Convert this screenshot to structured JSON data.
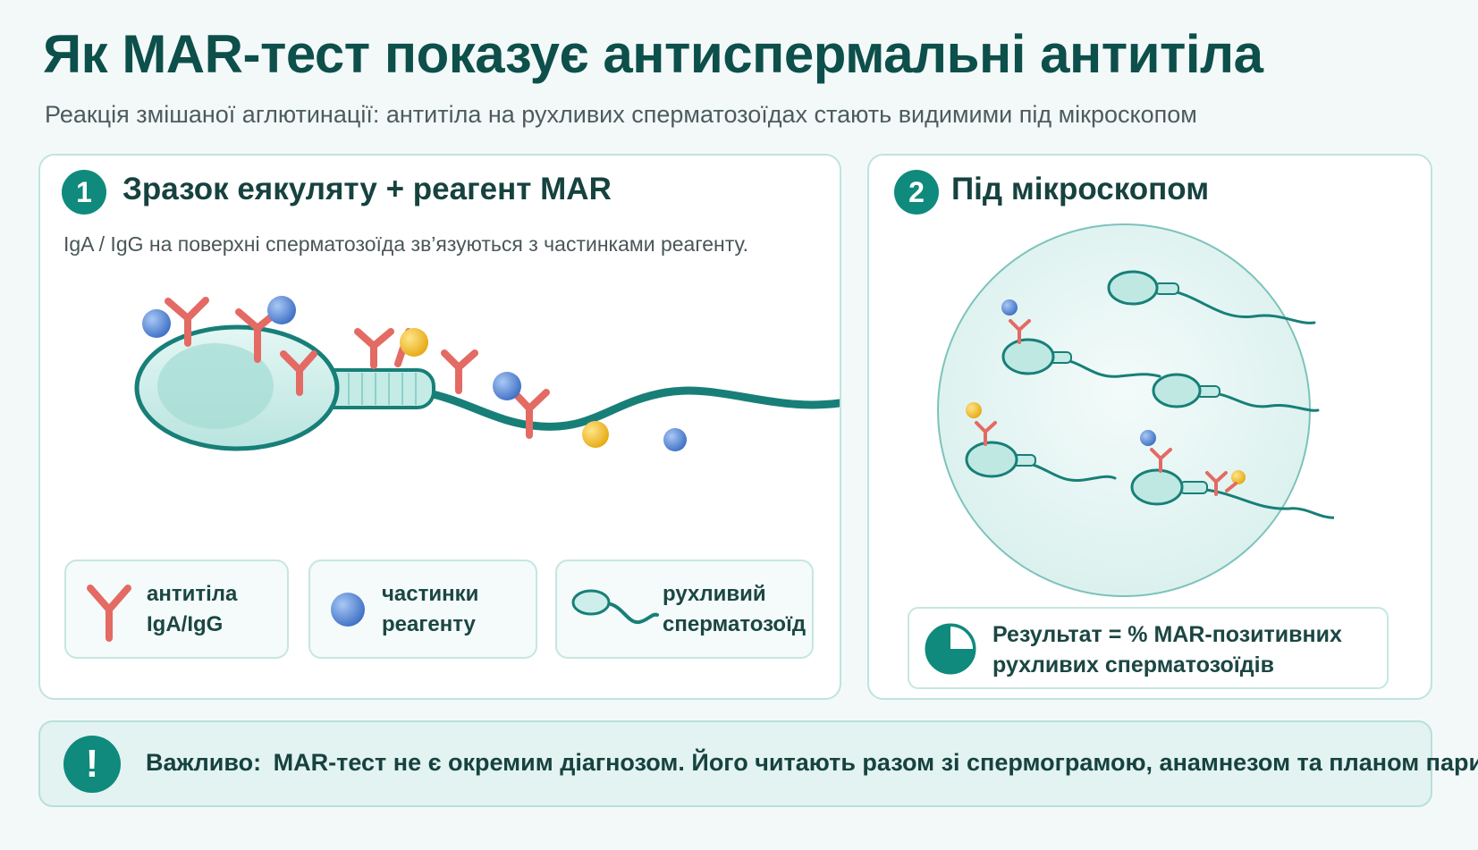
{
  "header": {
    "title": "Як MAR-тест показує антиспермальні антитіла",
    "subtitle": "Реакція змішаної аглютинації: антитіла на рухливих сперматозоїдах стають видимими під мікроскопом"
  },
  "step1": {
    "number": "1",
    "title": "Зразок еякуляту + реагент MAR",
    "description": "IgA / IgG на поверхні сперматозоїда зв’язуються з частинками реагенту."
  },
  "legend": [
    {
      "icon": "antibody-icon",
      "line1": "антитіла",
      "line2": "IgA/IgG"
    },
    {
      "icon": "particle-icon",
      "line1": "частинки",
      "line2": "реагенту"
    },
    {
      "icon": "sperm-icon",
      "line1": "рухливий",
      "line2": "сперматозоїд"
    }
  ],
  "step2": {
    "number": "2",
    "title": "Під мікроскопом",
    "result_line1": "Результат = % MAR-позитивних",
    "result_line2": "рухливих сперматозоїдів"
  },
  "note": {
    "icon": "exclamation-icon",
    "symbol": "!",
    "label": "Важливо:",
    "text": "MAR-тест не є окремим діагнозом. Його читають разом зі спермограмою, анамнезом та планом пари."
  },
  "colors": {
    "teal_dark": "#0f8a7d",
    "sperm_fill": "#cdeeea",
    "antibody": "#e46a64",
    "particle_blue": "#4f86d6",
    "particle_yellow": "#f0c02a",
    "background": "#f3f9f9"
  }
}
